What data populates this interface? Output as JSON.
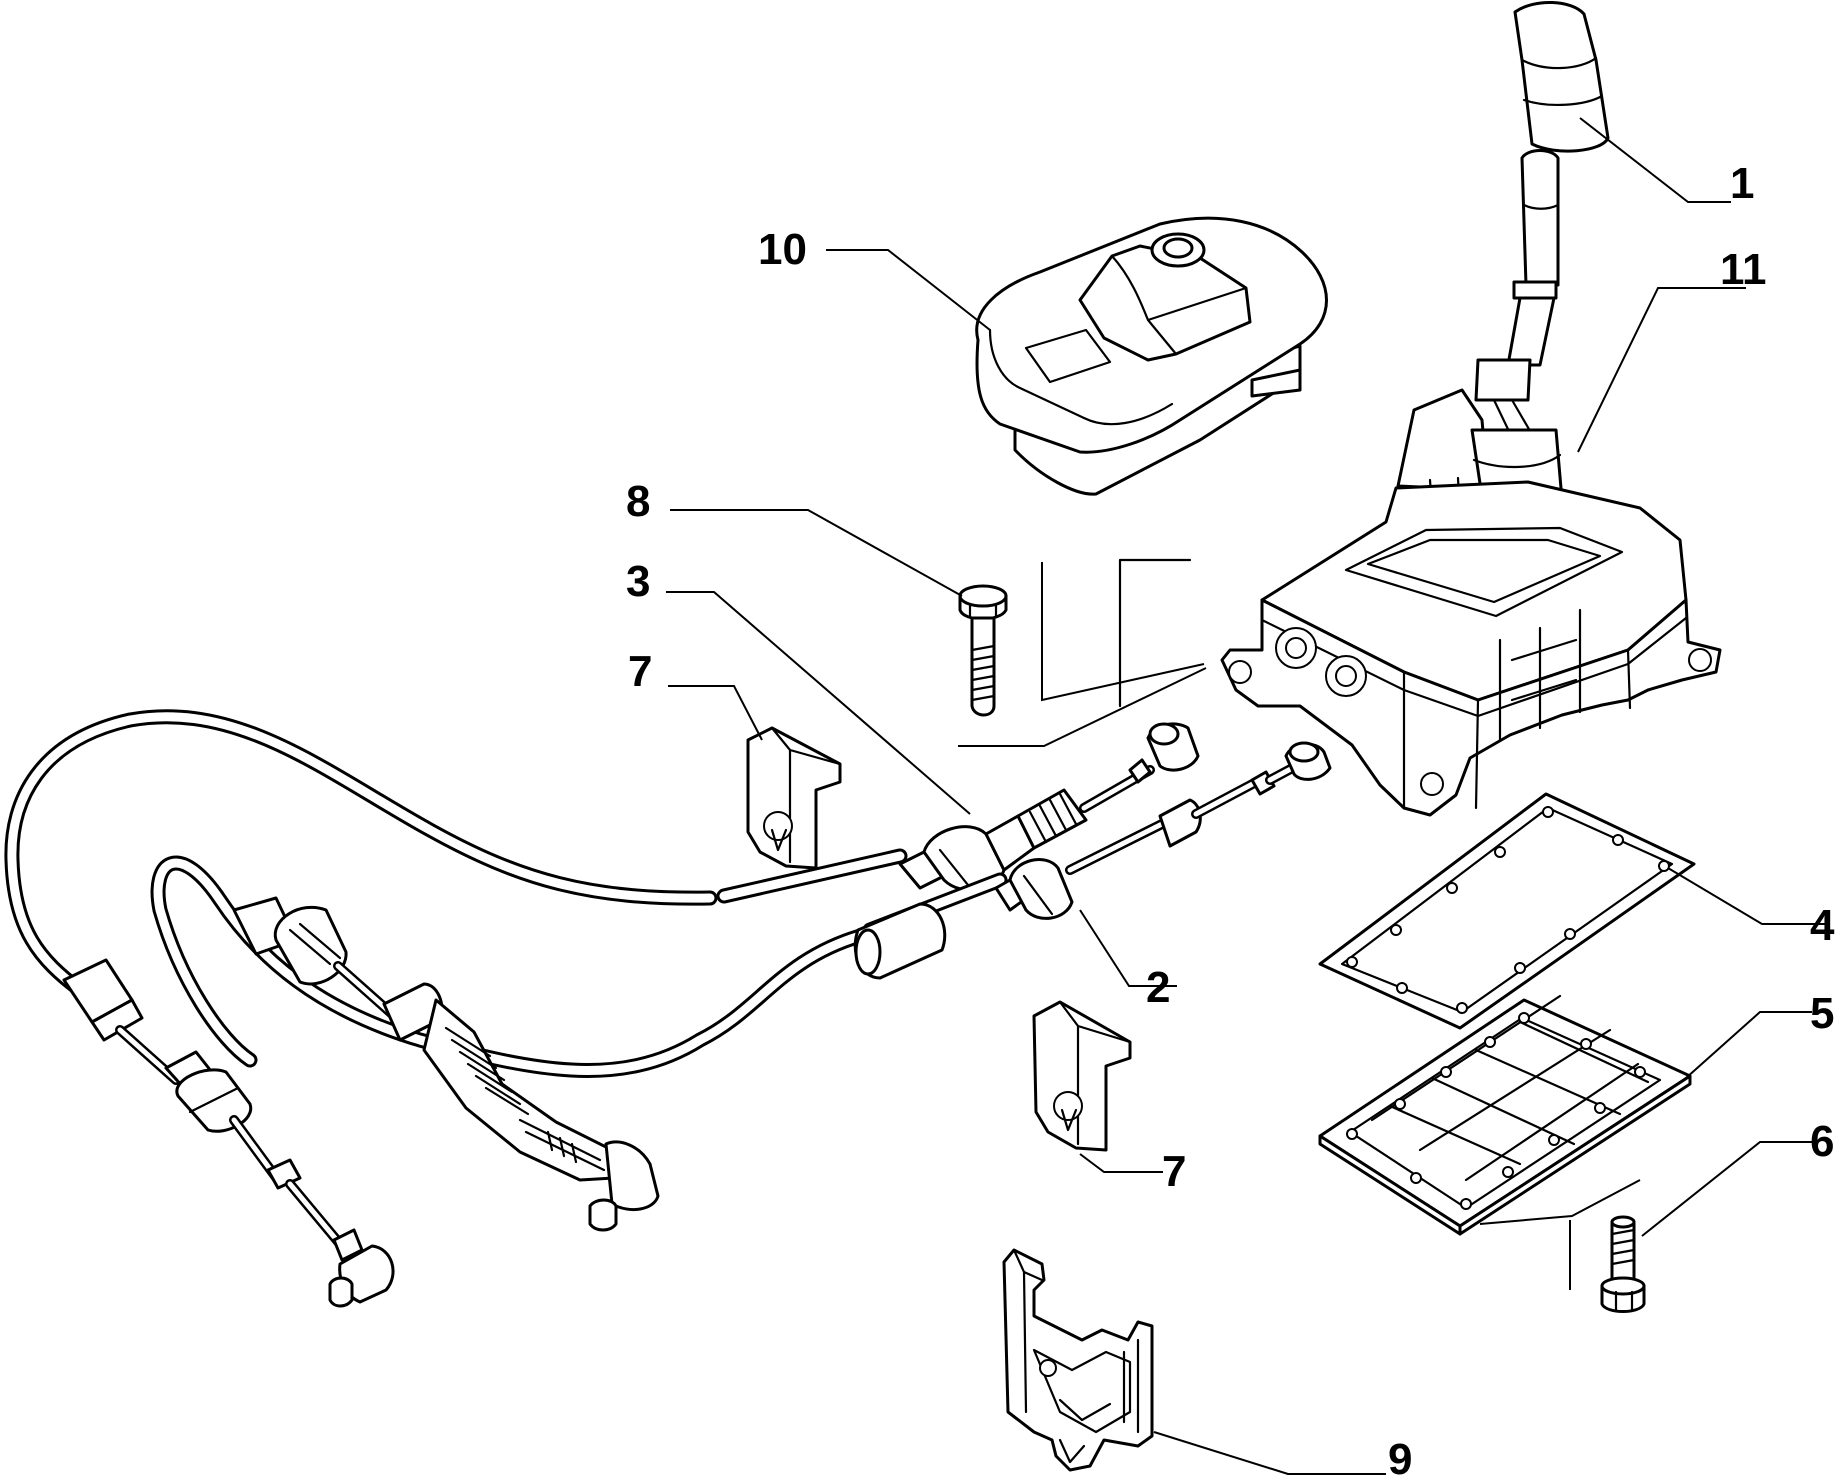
{
  "diagram": {
    "colors": {
      "line": "#000000",
      "background": "#ffffff"
    },
    "callouts": [
      {
        "id": "1",
        "label": "1"
      },
      {
        "id": "2",
        "label": "2"
      },
      {
        "id": "3",
        "label": "3"
      },
      {
        "id": "4",
        "label": "4"
      },
      {
        "id": "5",
        "label": "5"
      },
      {
        "id": "6",
        "label": "6"
      },
      {
        "id": "7a",
        "label": "7"
      },
      {
        "id": "7b",
        "label": "7"
      },
      {
        "id": "8",
        "label": "8"
      },
      {
        "id": "9",
        "label": "9"
      },
      {
        "id": "10",
        "label": "10"
      },
      {
        "id": "11",
        "label": "11"
      }
    ]
  }
}
